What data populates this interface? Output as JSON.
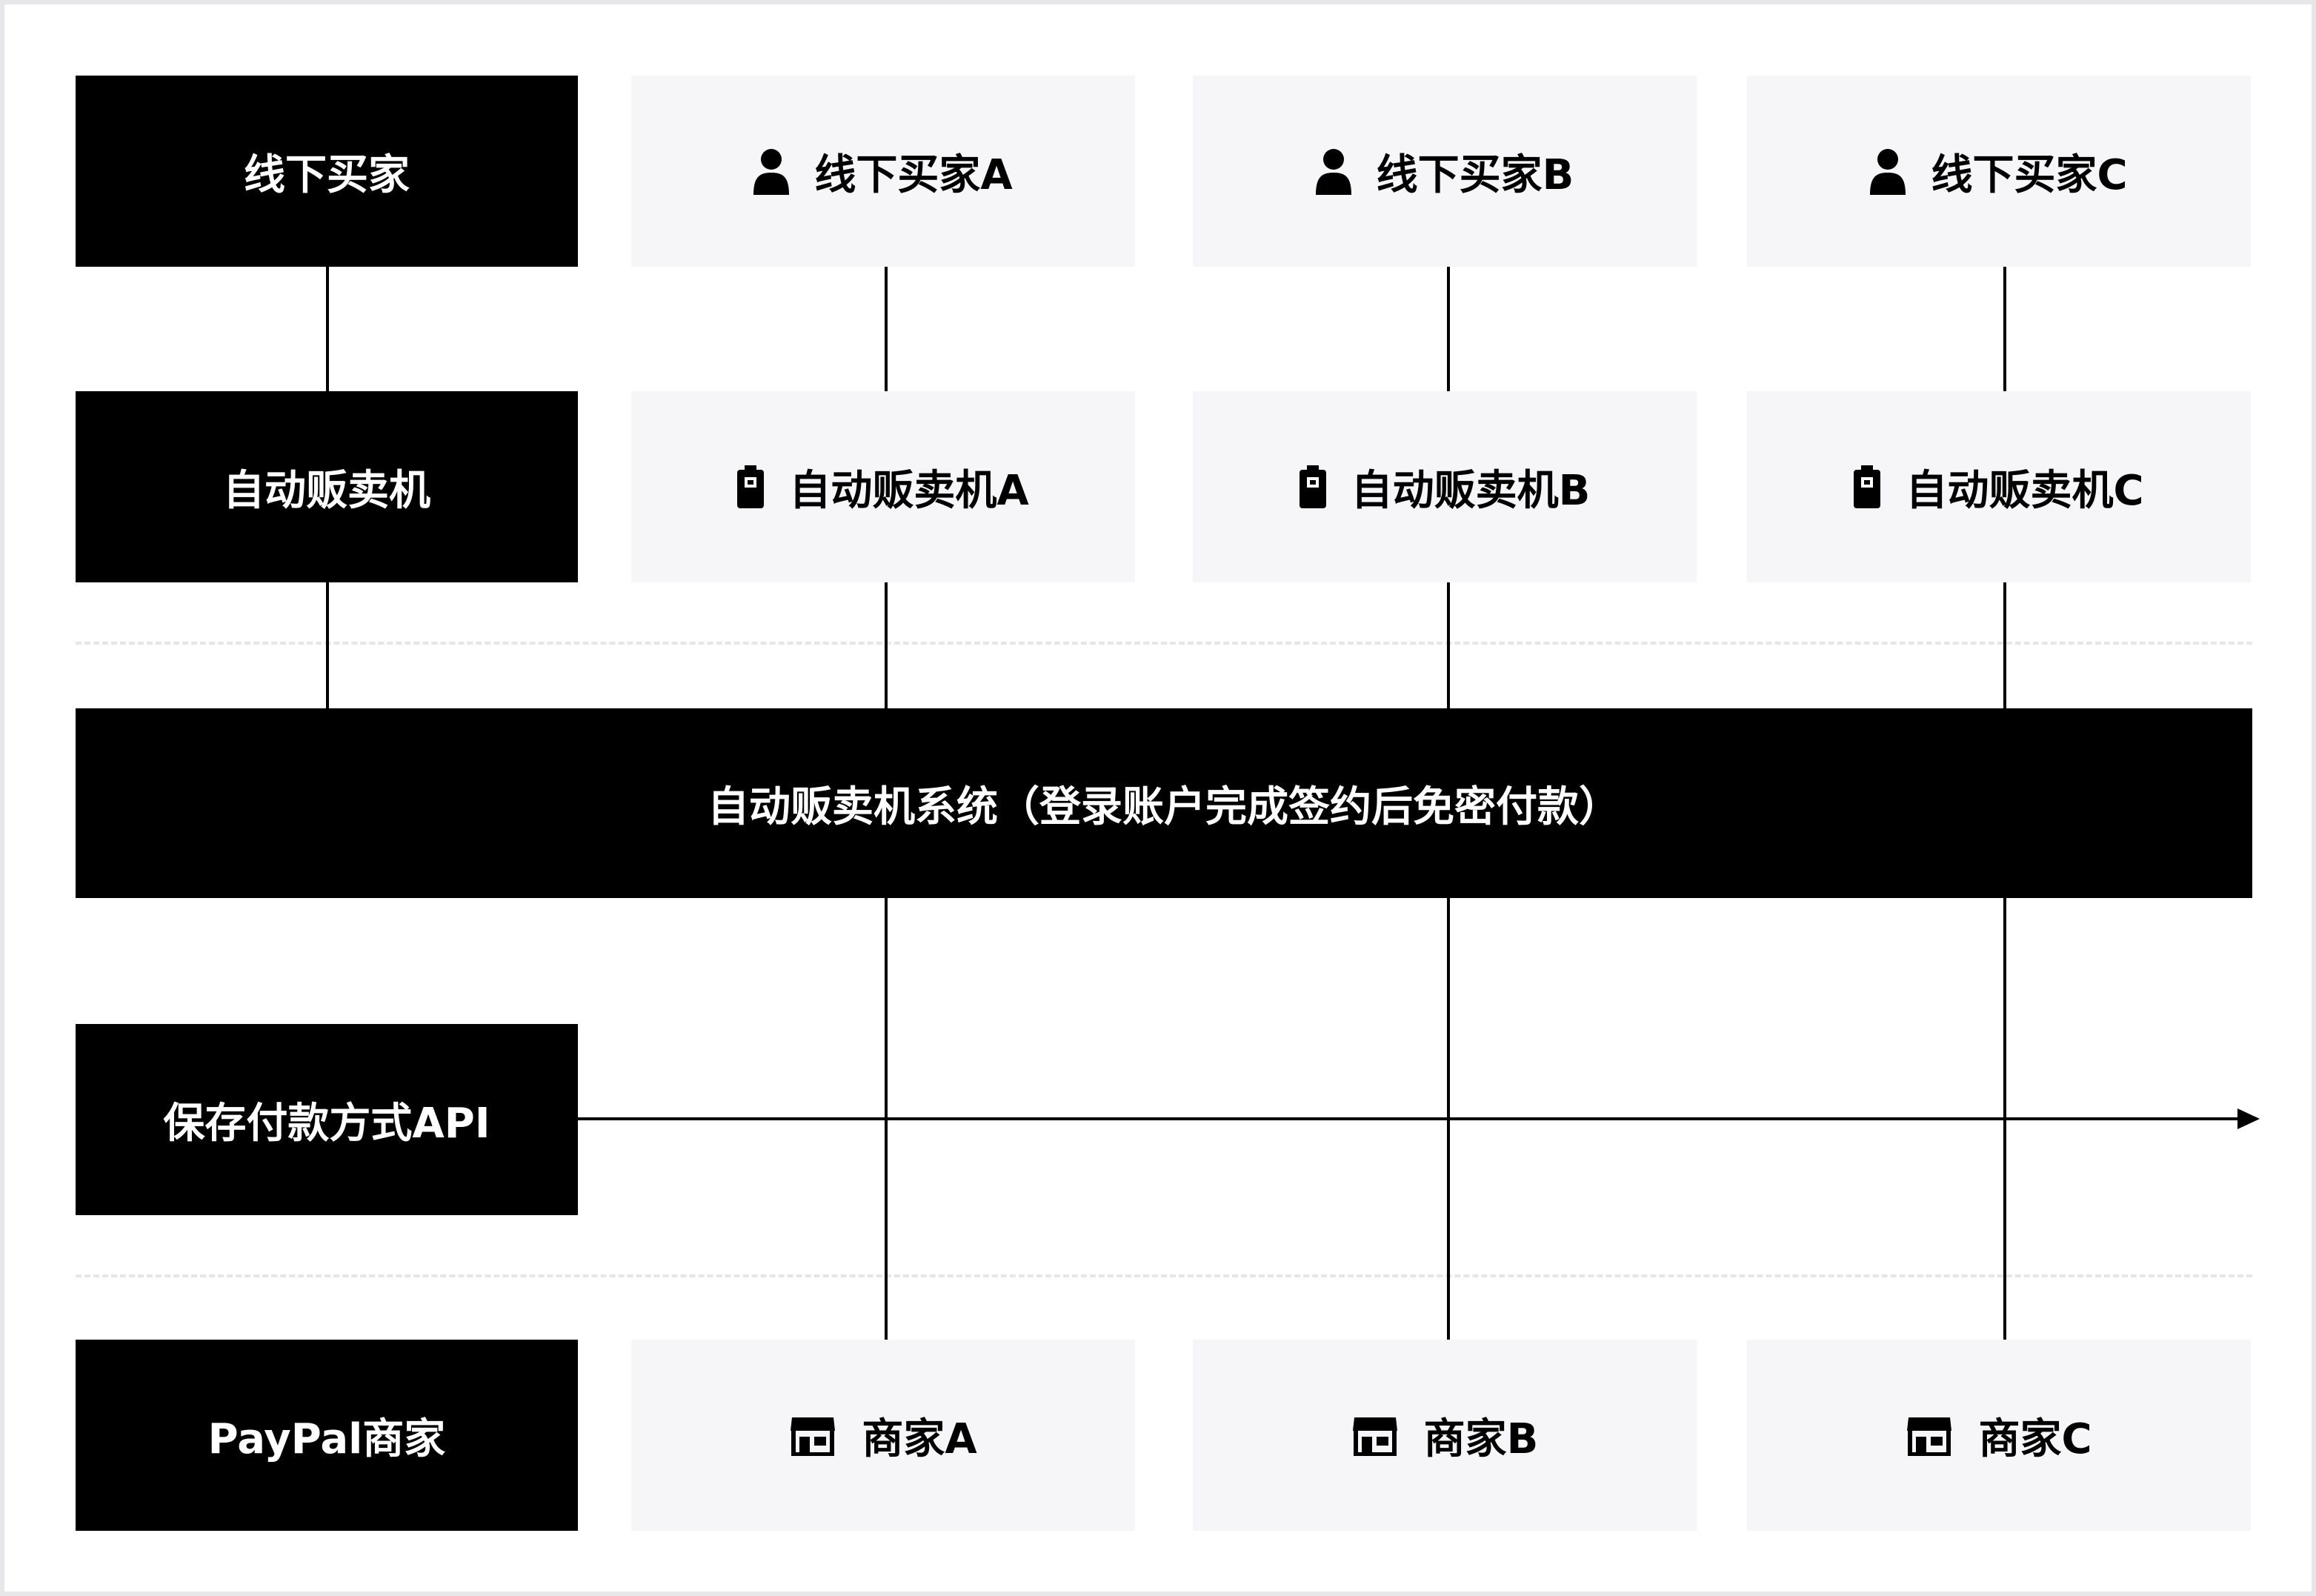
{
  "rows": {
    "buyer": {
      "label": "线下买家",
      "items": [
        "线下买家A",
        "线下买家B",
        "线下买家C"
      ],
      "icon": "person-icon"
    },
    "vending": {
      "label": "自动贩卖机",
      "items": [
        "自动贩卖机A",
        "自动贩卖机B",
        "自动贩卖机C"
      ],
      "icon": "vending-machine-icon"
    },
    "system": {
      "label": "自动贩卖机系统（登录账户完成签约后免密付款）"
    },
    "api": {
      "label": "保存付款方式API"
    },
    "merchant": {
      "label": "PayPal商家",
      "items": [
        "商家A",
        "商家B",
        "商家C"
      ],
      "icon": "store-icon"
    }
  },
  "colors": {
    "dark": "#000000",
    "light": "#f6f6f9",
    "dashed": "#e6e6e9",
    "frame": "#e7e7e9"
  }
}
